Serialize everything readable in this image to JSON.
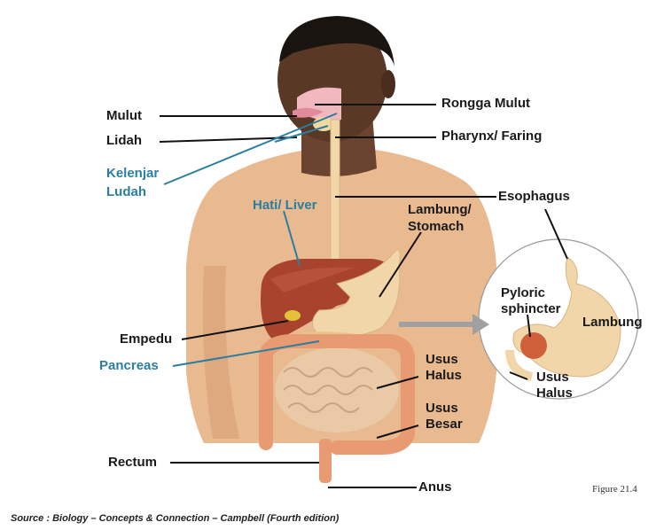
{
  "labels": {
    "mulut": "Mulut",
    "lidah": "Lidah",
    "kelenjar_1": "Kelenjar",
    "kelenjar_2": "Ludah",
    "rongga_mulut": "Rongga Mulut",
    "pharynx": "Pharynx/ Faring",
    "hati": "Hati/ Liver",
    "esophagus": "Esophagus",
    "lambung_stomach_1": "Lambung/",
    "lambung_stomach_2": "Stomach",
    "pyloric_1": "Pyloric",
    "pyloric_2": "sphincter",
    "lambung": "Lambung",
    "empedu": "Empedu",
    "pancreas": "Pancreas",
    "usus_halus_1": "Usus",
    "usus_halus_2": "Halus",
    "usus_halus_inset_1": "Usus",
    "usus_halus_inset_2": "Halus",
    "usus_besar_1": "Usus",
    "usus_besar_2": "Besar",
    "rectum": "Rectum",
    "anus": "Anus"
  },
  "figure_label": "Figure 21.4",
  "source": "Source : Biology – Concepts & Connection – Campbell (Fourth edition)",
  "colors": {
    "skin": "#e9b98f",
    "skin_shadow": "#d49a6e",
    "hair": "#1a1410",
    "face": "#5a3826",
    "liver": "#a8442e",
    "stomach": "#f0d6a8",
    "intestine": "#e9c9a6",
    "colon": "#e89a72",
    "label_blue": "#2a7fa0",
    "leader": "#111111"
  }
}
